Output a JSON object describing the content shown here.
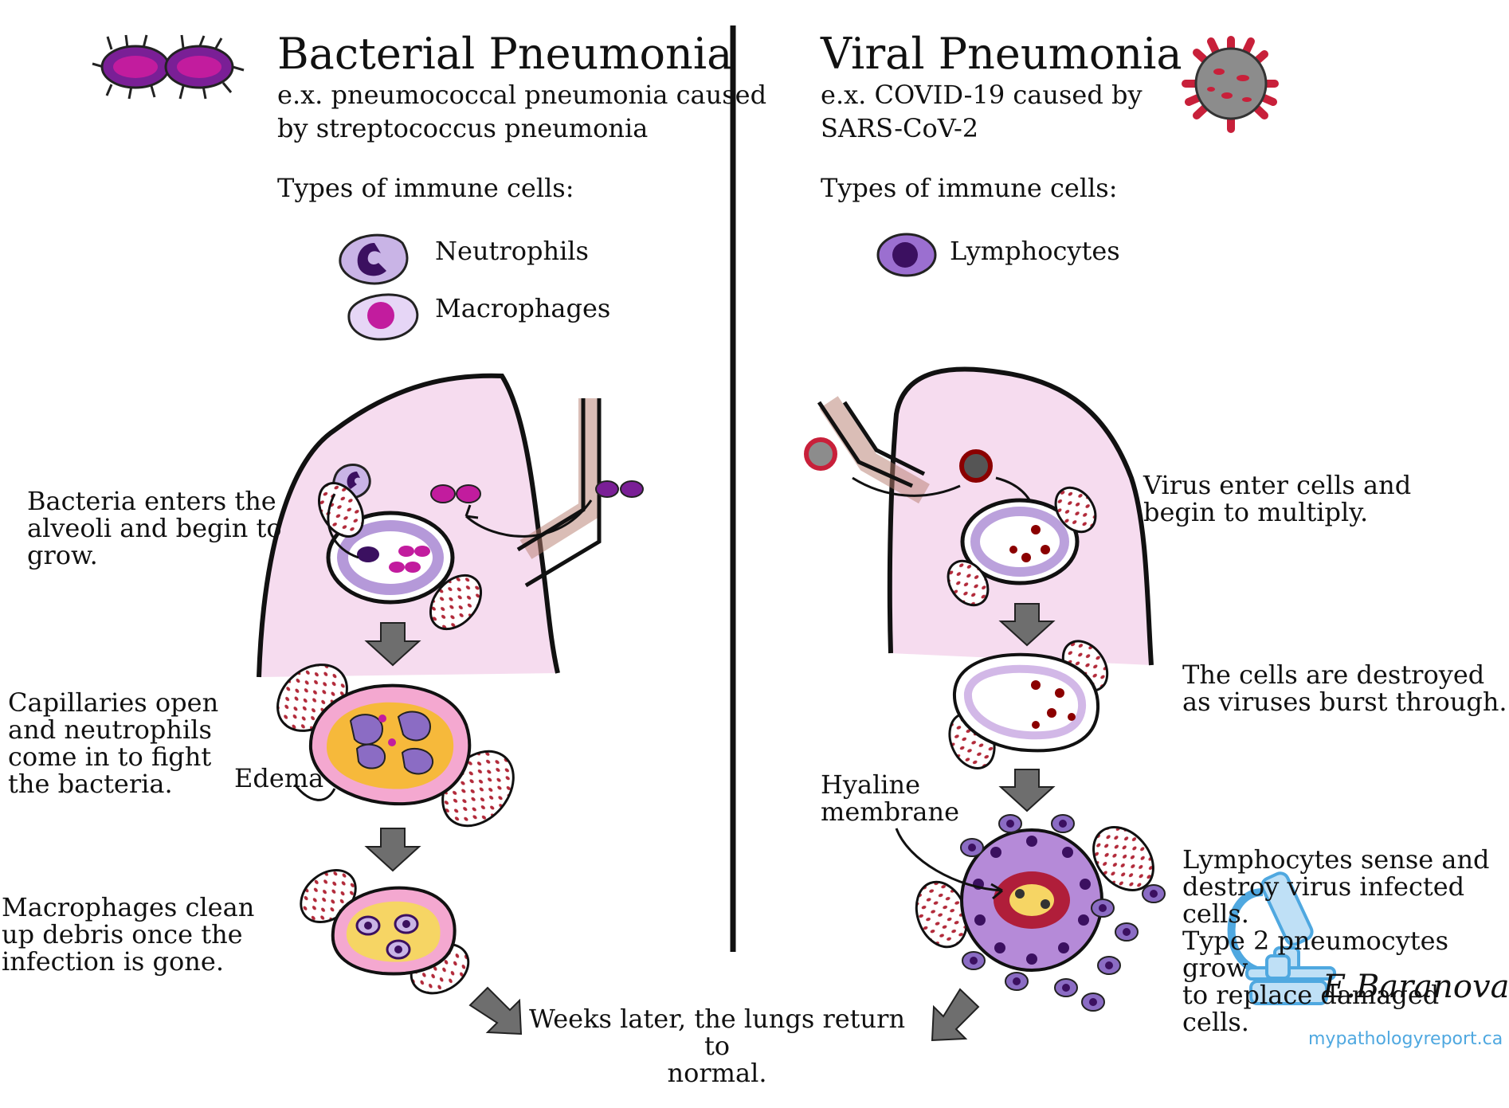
{
  "bacterial": {
    "title": "Bacterial Pneumonia",
    "subtitle": "e.x. pneumococcal pneumonia caused\nby streptococcus pneumonia",
    "immune_heading": "Types of immune cells:",
    "cells": [
      "Neutrophils",
      "Macrophages"
    ],
    "steps": [
      "Bacteria enters the\nalveoli and begin to\ngrow.",
      "Capillaries open\nand neutrophils\ncome in to fight\nthe bacteria.",
      "Macrophages clean\nup debris once the\ninfection is gone."
    ],
    "edema_label": "Edema"
  },
  "viral": {
    "title": "Viral Pneumonia",
    "subtitle": "e.x. COVID-19 caused by\nSARS-CoV-2",
    "immune_heading": "Types of immune cells:",
    "cells": [
      "Lymphocytes"
    ],
    "steps": [
      "Virus enter cells and\nbegin to multiply.",
      "The cells are destroyed\nas viruses burst through.",
      "Lymphocytes sense and\ndestroy virus infected cells.\nType 2 pneumocytes grow\nto replace damaged cells."
    ],
    "hyaline_label": "Hyaline\nmembrane"
  },
  "conclusion": "Weeks later, the lungs return to\nnormal.",
  "signature": "E.Baranova",
  "brand": "mypathologyreport.ca",
  "colors": {
    "purple": "#7b2fa8",
    "dark_purple": "#3b1060",
    "magenta": "#c2229a",
    "lung_pink": "#f6dcef",
    "virus_red": "#c8203a",
    "arrow_gray": "#6e6e6e",
    "edema_yellow": "#f6b93b",
    "brand_blue": "#4fa8e0"
  }
}
